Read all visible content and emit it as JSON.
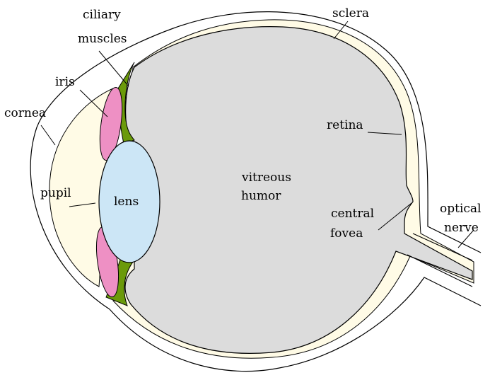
{
  "labels": {
    "ciliary_muscles": [
      "ciliary",
      "muscles"
    ],
    "sclera": "sclera",
    "iris": "iris",
    "cornea": "cornea",
    "retina": "retina",
    "pupil": "pupil",
    "lens": "lens",
    "vitreous_humor": [
      "vitreous",
      "humor"
    ],
    "central_fovea": [
      "central",
      "fovea"
    ],
    "optical_nerve": [
      "optical",
      "nerve"
    ]
  },
  "colors": {
    "vitreous": "#dcdcdc",
    "choroid_layer": "#fffbe6",
    "ciliary": "#6b9a0a",
    "iris": "#ee90c4",
    "lens": "#cce6f6",
    "outline": "#000000"
  }
}
